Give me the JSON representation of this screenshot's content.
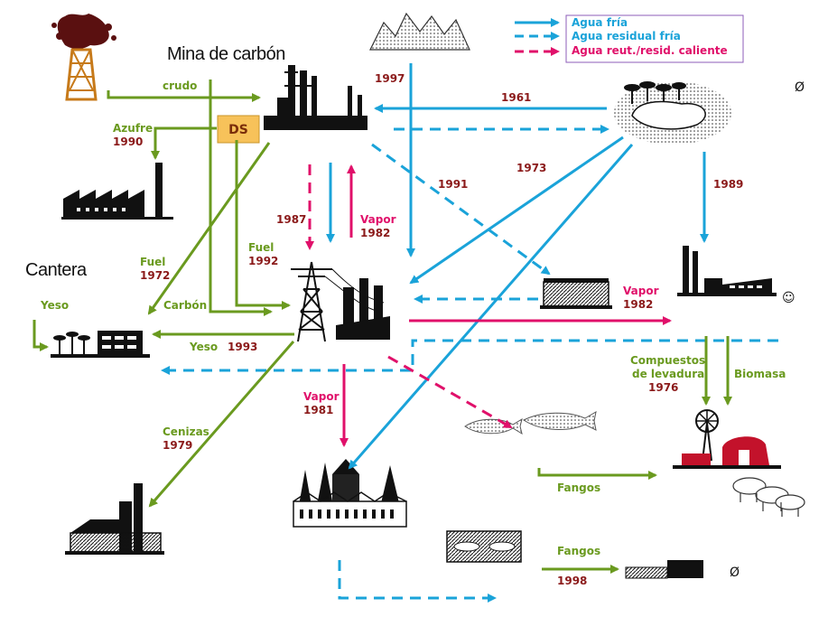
{
  "colors": {
    "cold_water": "#1aa3d9",
    "reuse_water": "#e0106a",
    "material": "#6a9a1f",
    "year": "#8b1a1a",
    "ds_box": "#f7c25a"
  },
  "titles": {
    "coal_mine": "Mina de carbón",
    "quarry": "Cantera"
  },
  "legend": {
    "cold_water": "Agua fría",
    "cold_wastewater": "Agua residual fría",
    "reused_water": "Agua reut./resid. caliente"
  },
  "ds_box": "DS",
  "labels": {
    "crudo": "crudo",
    "azufre": "Azufre",
    "azufre_year": "1990",
    "fuel_1972": "Fuel",
    "fuel_1972_year": "1972",
    "fuel_1992": "Fuel",
    "fuel_1992_year": "1992",
    "carbon": "Carbón",
    "yeso_quarry": "Yeso",
    "yeso_1993": "Yeso",
    "yeso_1993_year": "1993",
    "cenizas": "Cenizas",
    "cenizas_year": "1979",
    "vapor_1982_up": "Vapor",
    "vapor_1982_up_year": "1982",
    "steam_1987_year": "1987",
    "vapor_1982_right": "Vapor",
    "vapor_1982_right_year": "1982",
    "vapor_1981": "Vapor",
    "vapor_1981_year": "1981",
    "year_1997": "1997",
    "year_1961": "1961",
    "year_1973": "1973",
    "year_1991": "1991",
    "year_1989": "1989",
    "compuestos": "Compuestos",
    "compuestos_2": "de levadura",
    "compuestos_year": "1976",
    "biomasa": "Biomasa",
    "fangos_1": "Fangos",
    "fangos_2": "Fangos",
    "fangos_2_year": "1998"
  },
  "symbols": {
    "empty_set_lake": "Ø",
    "empty_set_bottom": "Ø",
    "smiley": "☺"
  },
  "icons": {
    "oil_well": "oil-well-icon",
    "refinery": "refinery-icon",
    "mountains": "mountains-icon",
    "lake": "lake-icon",
    "sulfur_factory": "factory-icon",
    "power_plant": "power-plant-icon",
    "plasterboard": "plasterboard-plant-icon",
    "water_treatment": "water-treatment-icon",
    "fish": "fish-icon",
    "town": "town-icon",
    "cement": "cement-plant-icon",
    "farm": "farm-icon",
    "pigs": "pigs-icon",
    "sludge_tank": "sludge-tank-icon",
    "landfill": "landfill-icon",
    "pharma": "pharma-plant-icon"
  }
}
